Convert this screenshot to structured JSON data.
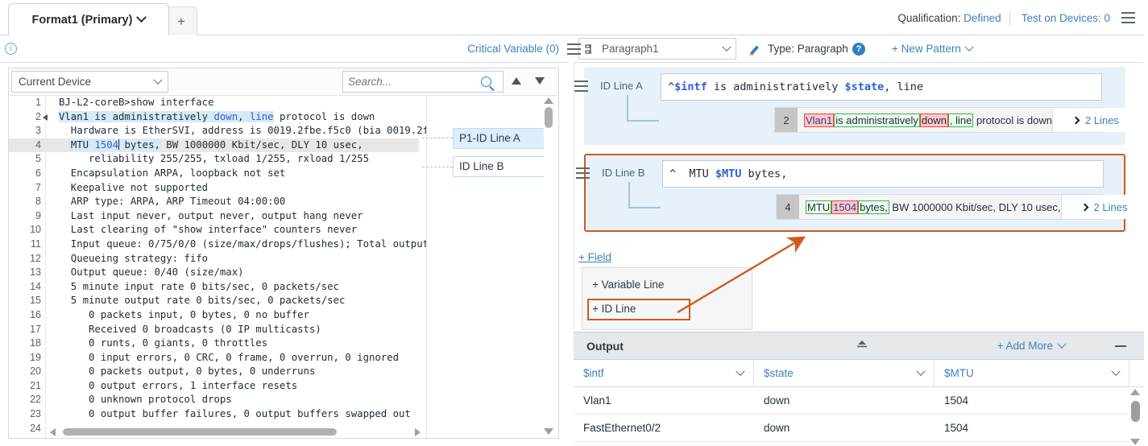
{
  "header": {
    "tab_label": "Format1 (Primary)",
    "add_tab_label": "+",
    "qualification_label": "Qualification:",
    "qualification_value": "Defined",
    "test_on_devices": "Test on Devices: 0",
    "critical_variable": "Critical Variable (0)"
  },
  "left_panel": {
    "device_select": "Current Device",
    "search_placeholder": "Search...",
    "code_lines": [
      {
        "n": "1",
        "text": "BJ-L2-coreB>show interface"
      },
      {
        "n": "2",
        "text": "Vlan1 is administratively down, line protocol is down"
      },
      {
        "n": "3",
        "text": "  Hardware is EtherSVI, address is 0019.2fbe.f5c0 (bia 0019.2f"
      },
      {
        "n": "4",
        "text": "  MTU 1504 bytes, BW 1000000 Kbit/sec, DLY 10 usec,"
      },
      {
        "n": "5",
        "text": "     reliability 255/255, txload 1/255, rxload 1/255"
      },
      {
        "n": "6",
        "text": "  Encapsulation ARPA, loopback not set"
      },
      {
        "n": "7",
        "text": "  Keepalive not supported"
      },
      {
        "n": "8",
        "text": "  ARP type: ARPA, ARP Timeout 04:00:00"
      },
      {
        "n": "9",
        "text": "  Last input never, output never, output hang never"
      },
      {
        "n": "10",
        "text": "  Last clearing of \"show interface\" counters never"
      },
      {
        "n": "11",
        "text": "  Input queue: 0/75/0/0 (size/max/drops/flushes); Total output"
      },
      {
        "n": "12",
        "text": "  Queueing strategy: fifo"
      },
      {
        "n": "13",
        "text": "  Output queue: 0/40 (size/max)"
      },
      {
        "n": "14",
        "text": "  5 minute input rate 0 bits/sec, 0 packets/sec"
      },
      {
        "n": "15",
        "text": "  5 minute output rate 0 bits/sec, 0 packets/sec"
      },
      {
        "n": "16",
        "text": "     0 packets input, 0 bytes, 0 no buffer"
      },
      {
        "n": "17",
        "text": "     Received 0 broadcasts (0 IP multicasts)"
      },
      {
        "n": "18",
        "text": "     0 runts, 0 giants, 0 throttles"
      },
      {
        "n": "19",
        "text": "     0 input errors, 0 CRC, 0 frame, 0 overrun, 0 ignored"
      },
      {
        "n": "20",
        "text": "     0 packets output, 0 bytes, 0 underruns"
      },
      {
        "n": "21",
        "text": "     0 output errors, 1 interface resets"
      },
      {
        "n": "22",
        "text": "     0 unknown protocol drops"
      },
      {
        "n": "23",
        "text": "     0 output buffer failures, 0 output buffers swapped out"
      },
      {
        "n": "24",
        "text": ""
      }
    ],
    "labels": [
      {
        "text": "P1-ID Line A"
      },
      {
        "text": "ID Line B"
      }
    ]
  },
  "right_panel": {
    "paragraph_select": "Paragraph1",
    "type_label": "Type: Paragraph",
    "help_glyph": "?",
    "new_pattern": "+ New Pattern",
    "id_line_a": {
      "label": "ID Line A",
      "pattern_prefix": "^",
      "pattern_var1": "$intf",
      "pattern_mid": " is administratively ",
      "pattern_var2": "$state",
      "pattern_suffix": ", line",
      "match_line_number": "2",
      "match_seg1": "Vlan1",
      "match_seg2": "is administratively",
      "match_seg3": "down",
      "match_seg4": ", line",
      "match_seg5": "protocol is down",
      "lines_label": "2 Lines"
    },
    "id_line_b": {
      "label": "ID Line B",
      "pattern_prefix": "^  MTU ",
      "pattern_var1": "$MTU",
      "pattern_suffix": " bytes,",
      "match_line_number": "4",
      "match_seg1": "MTU",
      "match_seg2": "1504",
      "match_seg3": "bytes,",
      "match_seg4": "BW 1000000 Kbit/sec, DLY 10 usec,",
      "lines_label": "2 Lines"
    },
    "field_link": "+ Field",
    "add_menu": {
      "variable_line": "+ Variable Line",
      "id_line": "+ ID Line"
    }
  },
  "output": {
    "title": "Output",
    "add_more": "+ Add More",
    "columns": [
      "$intf",
      "$state",
      "$MTU"
    ],
    "rows": [
      [
        "Vlan1",
        "down",
        "1504"
      ],
      [
        "FastEthernet0/2",
        "down",
        "1504"
      ]
    ]
  },
  "colors": {
    "accent_blue": "#3f7fbf",
    "highlight_orange": "#d4581e",
    "panel_blue": "#e7f1fa",
    "match_green": "#35b84a",
    "match_red": "#ef4444"
  }
}
